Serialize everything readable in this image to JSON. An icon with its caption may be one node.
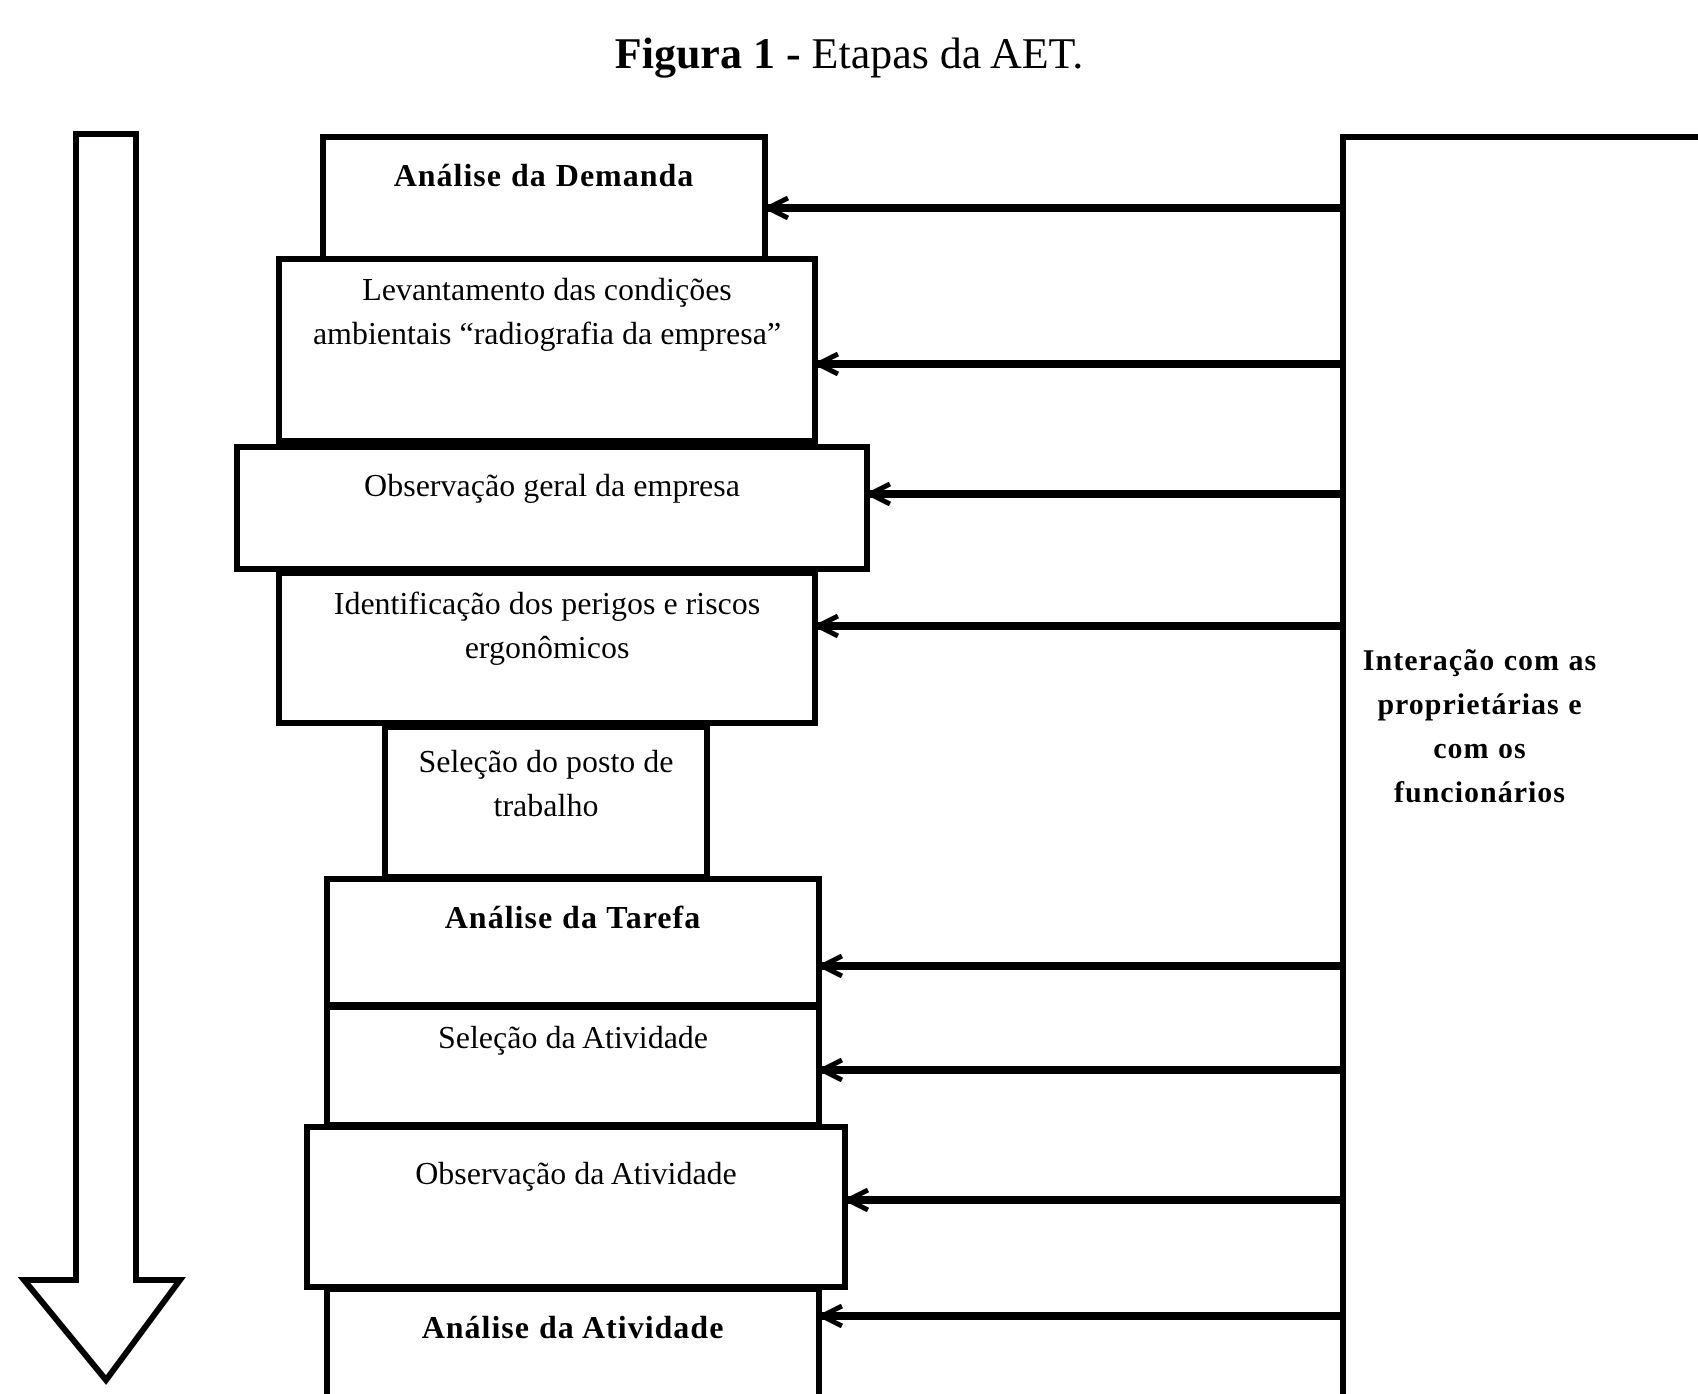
{
  "diagram": {
    "title": "**Figura 1 -** Etapas da AET.",
    "nodes": [
      {
        "text": [
          "Análise da Demanda"
        ]
      },
      {
        "text": [
          "Levantamento das condições ambientais “radiografia da empresa”"
        ]
      },
      {
        "text": [
          "Observação geral da empresa"
        ]
      },
      {
        "text": [
          "Identificação dos perigos e riscos ergonômicos"
        ]
      },
      {
        "text": [
          "Seleção do posto de trabalho"
        ]
      },
      {
        "text": [
          "Análise da Tarefa"
        ]
      },
      {
        "text": [
          "Seleção da Atividade"
        ]
      },
      {
        "text": [
          "Observação da Atividade"
        ]
      },
      {
        "text": [
          "Análise da Atividade"
        ]
      },
      {
        "text": [
          "Interação com as proprietárias e com os funcionários"
        ]
      }
    ],
    "edges": [
      {
        "from": 9,
        "to": 0,
        "arrow": "to"
      },
      {
        "from": 9,
        "to": 1,
        "arrow": "to"
      },
      {
        "from": 9,
        "to": 2,
        "arrow": "to"
      },
      {
        "from": 9,
        "to": 3,
        "arrow": "to"
      },
      {
        "from": 9,
        "to": 5,
        "arrow": "to"
      },
      {
        "from": 9,
        "to": 6,
        "arrow": "to"
      },
      {
        "from": 9,
        "to": 7,
        "arrow": "to"
      },
      {
        "from": 9,
        "to": 8,
        "arrow": "to"
      }
    ]
  }
}
